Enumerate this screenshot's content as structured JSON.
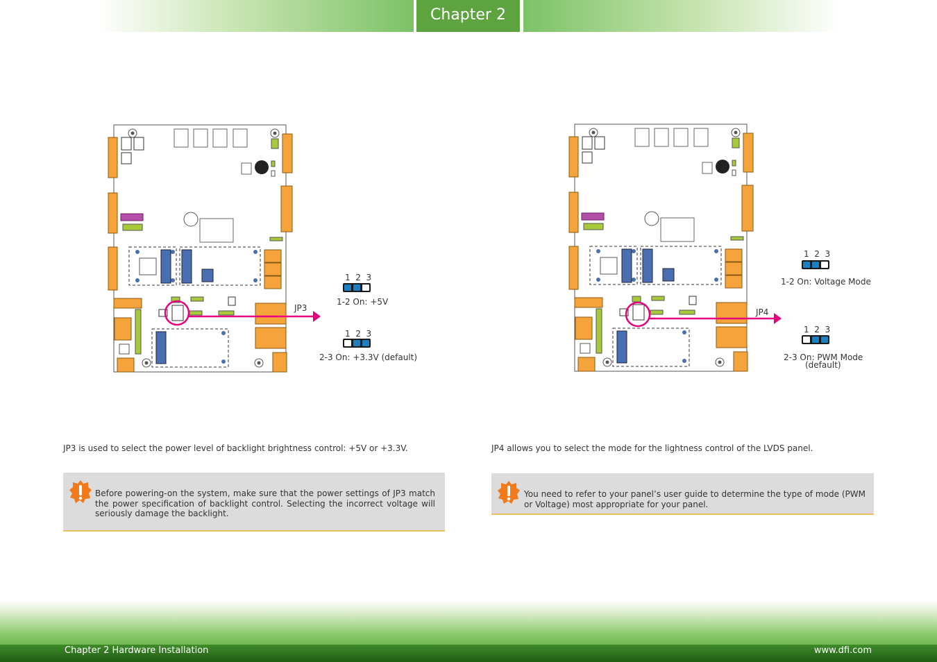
{
  "header": {
    "chapter": "Chapter 2"
  },
  "footer": {
    "left": "Chapter 2 Hardware Installation",
    "right": "www.dfi.com"
  },
  "colors": {
    "green": "#5da440",
    "jumper_blue": "#1e7fc1",
    "arrow_pink": "#e6007e",
    "note_bg": "#dcdcdc",
    "note_rule": "#e8c15a"
  },
  "left": {
    "jumper_id": "JP3",
    "pins_1": "1  2  3",
    "setting_1": "1-2 On: +5V",
    "pins_2": "1  2  3",
    "setting_2": "2-3 On: +3.3V (default)",
    "description": "JP3 is used to select the power level of backlight brightness control: +5V or +3.3V.",
    "note": "Before powering-on the system, make sure that the power settings of JP3 match the power specification of backlight control. Selecting the incorrect voltage will seriously damage the backlight."
  },
  "right": {
    "jumper_id": "JP4",
    "pins_1": "1  2  3",
    "setting_1": "1-2 On: Voltage Mode",
    "pins_2": "1  2  3",
    "setting_2": "2-3 On: PWM Mode",
    "setting_2_sub": "(default)",
    "description": "JP4 allows you to select the mode for the lightness control of the LVDS panel.",
    "note": "You need to refer to your panel’s user guide to determine the type of mode (PWM or Voltage) most appropriate for your panel."
  }
}
